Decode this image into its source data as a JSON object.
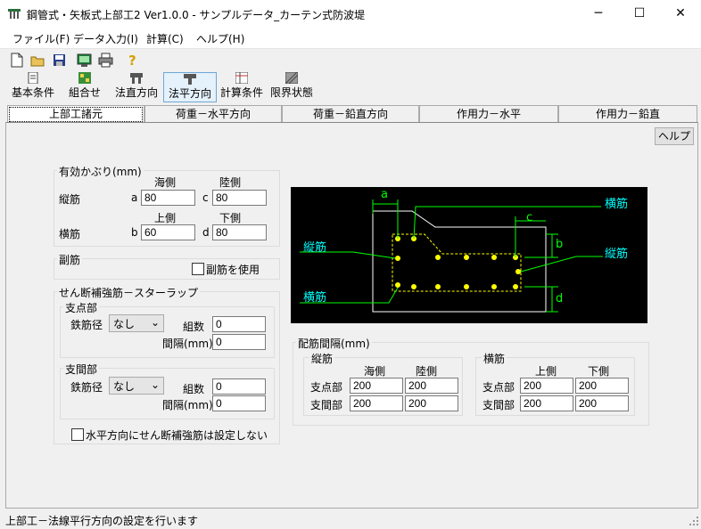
{
  "window": {
    "title": "鋼管式・矢板式上部工2 Ver1.0.0 - サンプルデータ_カーテン式防波堤",
    "minimize": "─",
    "maximize": "☐",
    "close": "✕"
  },
  "menu": [
    "ファイル(F)",
    "データ入力(I)",
    "計算(C)",
    "ヘルプ(H)"
  ],
  "toolbar2": [
    "基本条件",
    "組合せ",
    "法直方向",
    "法平方向",
    "計算条件",
    "限界状態"
  ],
  "tabs": [
    "上部工諸元",
    "荷重－水平方向",
    "荷重－鉛直方向",
    "作用力－水平",
    "作用力－鉛直"
  ],
  "help_button": "ヘルプ",
  "cover": {
    "title": "有効かぶり(mm)",
    "col_sea": "海側",
    "col_land": "陸側",
    "col_up": "上側",
    "col_down": "下側",
    "row_vertical": "縦筋",
    "row_horizontal": "横筋",
    "a_label": "a",
    "a_value": "80",
    "c_label": "c",
    "c_value": "80",
    "b_label": "b",
    "b_value": "60",
    "d_label": "d",
    "d_value": "80"
  },
  "sub_bar": {
    "title": "副筋",
    "checkbox_label": "副筋を使用"
  },
  "shear": {
    "title": "せん断補強筋－スターラップ",
    "support": {
      "title": "支点部",
      "dia_label": "鉄筋径",
      "dia_value": "なし",
      "count_label": "組数",
      "count_value": "0",
      "spacing_label": "間隔(mm)",
      "spacing_value": "0"
    },
    "span": {
      "title": "支間部",
      "dia_label": "鉄筋径",
      "dia_value": "なし",
      "count_label": "組数",
      "count_value": "0",
      "spacing_label": "間隔(mm)",
      "spacing_value": "0"
    },
    "no_horizontal_label": "水平方向にせん断補強筋は設定しない"
  },
  "diagram": {
    "a": "a",
    "b": "b",
    "c": "c",
    "d": "d",
    "label_yoko_top": "横筋",
    "label_tate_left": "縦筋",
    "label_tate_right": "縦筋",
    "label_yoko_bottom": "横筋"
  },
  "spacing": {
    "title": "配筋間隔(mm)",
    "vertical": {
      "title": "縦筋",
      "col1": "海側",
      "col2": "陸側",
      "row1": "支点部",
      "row2": "支間部",
      "v11": "200",
      "v12": "200",
      "v21": "200",
      "v22": "200"
    },
    "horizontal": {
      "title": "横筋",
      "col1": "上側",
      "col2": "下側",
      "row1": "支点部",
      "row2": "支間部",
      "v11": "200",
      "v12": "200",
      "v21": "200",
      "v22": "200"
    }
  },
  "status": "上部工－法線平行方向の設定を行います"
}
